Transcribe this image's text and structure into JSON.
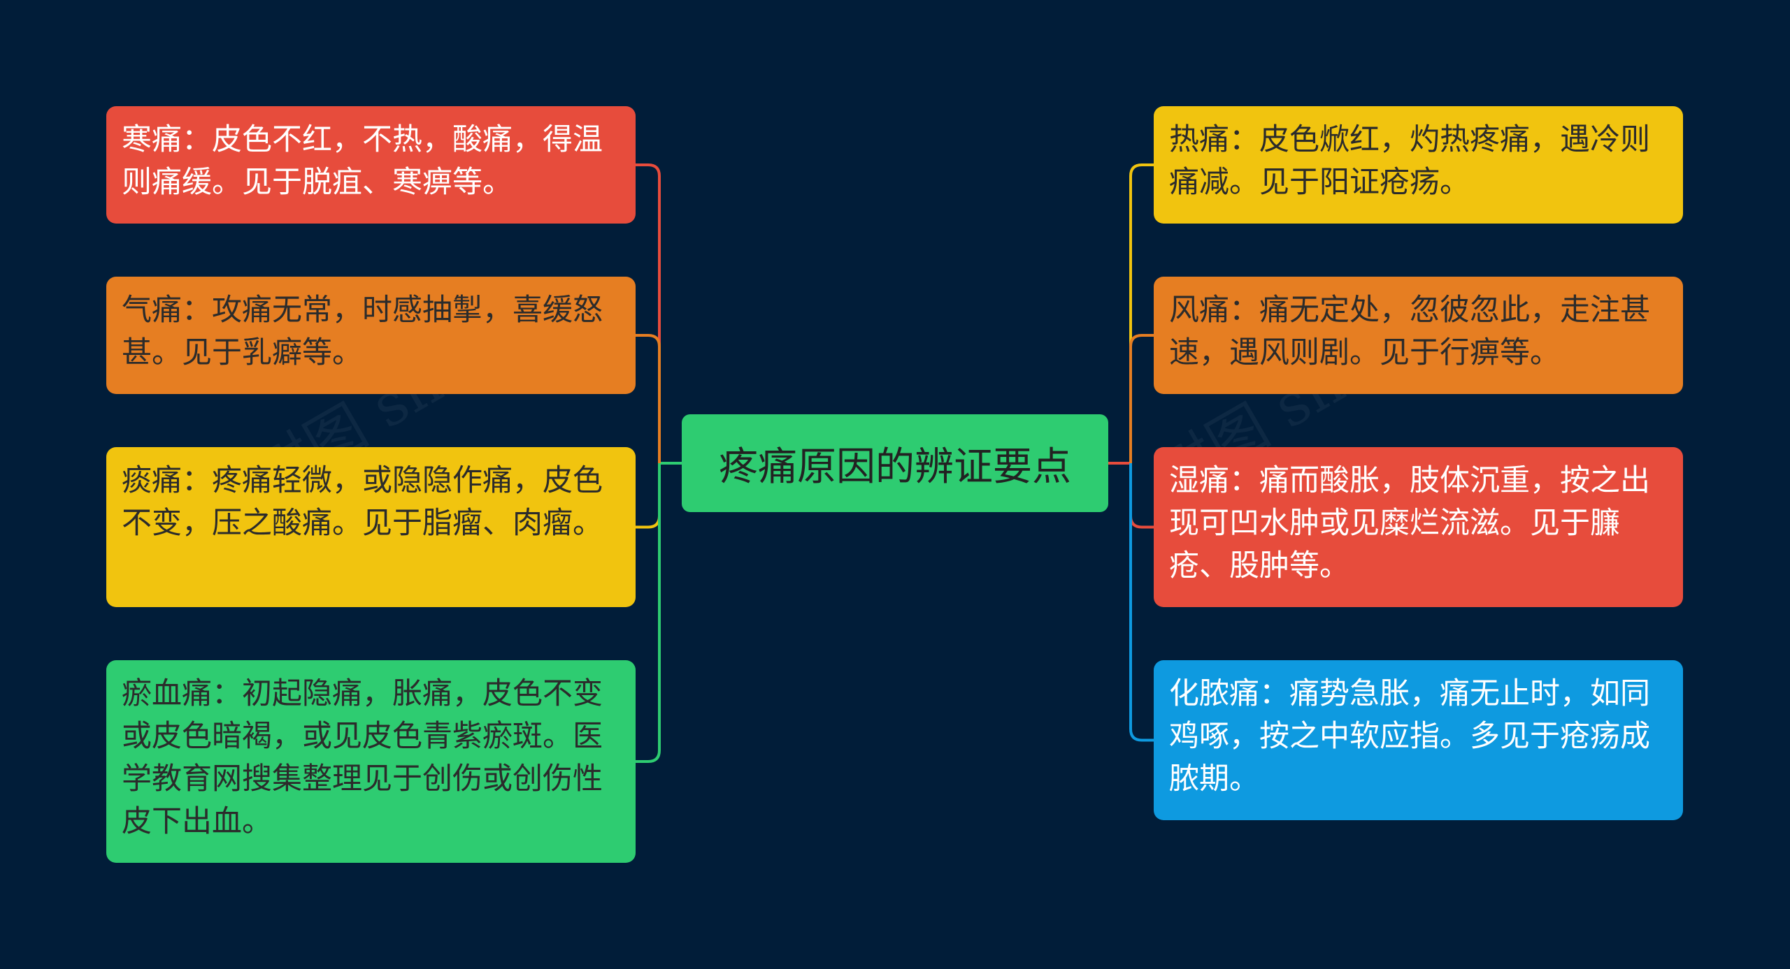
{
  "center": {
    "text": "疼痛原因的辨证要点",
    "color": "#2ecc71"
  },
  "left_nodes": [
    {
      "name": "node-cold-pain",
      "text": "寒痛：皮色不红，不热，酸痛，得温则痛缓。见于脱疽、寒痹等。",
      "color": "#e74c3c",
      "text_color": "#ffffff"
    },
    {
      "name": "node-qi-pain",
      "text": "气痛：攻痛无常，时感抽掣，喜缓怒甚。见于乳癖等。",
      "color": "#e67e22",
      "text_color": "#2b2b2b"
    },
    {
      "name": "node-phlegm-pain",
      "text": "痰痛：疼痛轻微，或隐隐作痛，皮色不变，压之酸痛。见于脂瘤、肉瘤。",
      "color": "#f1c40f",
      "text_color": "#2b2b2b"
    },
    {
      "name": "node-blood-stasis-pain",
      "text": "瘀血痛：初起隐痛，胀痛，皮色不变或皮色暗褐，或见皮色青紫瘀斑。医学教育网搜集整理见于创伤或创伤性皮下出血。",
      "color": "#2ecc71",
      "text_color": "#2b2b2b"
    }
  ],
  "right_nodes": [
    {
      "name": "node-heat-pain",
      "text": "热痛：皮色焮红，灼热疼痛，遇冷则痛减。见于阳证疮疡。",
      "color": "#f1c40f",
      "text_color": "#2b2b2b"
    },
    {
      "name": "node-wind-pain",
      "text": "风痛：痛无定处，忽彼忽此，走注甚速，遇风则剧。见于行痹等。",
      "color": "#e67e22",
      "text_color": "#2b2b2b"
    },
    {
      "name": "node-damp-pain",
      "text": "湿痛：痛而酸胀，肢体沉重，按之出现可凹水肿或见糜烂流滋。见于臁疮、股肿等。",
      "color": "#e74c3c",
      "text_color": "#ffffff"
    },
    {
      "name": "node-pus-pain",
      "text": "化脓痛：痛势急胀，痛无止时，如同鸡啄，按之中软应指。多见于疮疡成脓期。",
      "color": "#0e9ae0",
      "text_color": "#ffffff"
    }
  ],
  "watermark": "树图 shutu.cn"
}
